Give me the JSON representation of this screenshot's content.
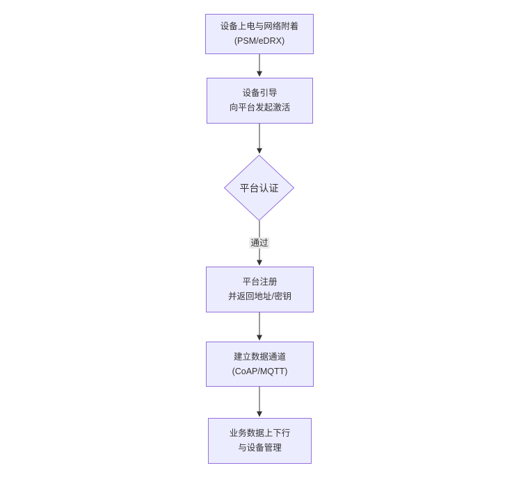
{
  "diagram": {
    "type": "flowchart",
    "direction": "top-down",
    "colors": {
      "background": "#ffffff",
      "node_fill": "#ECECFF",
      "node_border": "#9370DB",
      "node_text": "#333333",
      "edge_line": "#333333",
      "arrowhead": "#333333",
      "edge_label_bg": "#e8e8e8",
      "edge_label_text": "#333333"
    },
    "nodes": [
      {
        "id": "power-network-attach",
        "shape": "rect",
        "lines": [
          "设备上电与网络附着",
          "(PSM/eDRX)"
        ]
      },
      {
        "id": "device-bootstrap",
        "shape": "rect",
        "lines": [
          "设备引导",
          "向平台发起激活"
        ]
      },
      {
        "id": "platform-auth",
        "shape": "diamond",
        "lines": [
          "平台认证"
        ]
      },
      {
        "id": "platform-register",
        "shape": "rect",
        "lines": [
          "平台注册",
          "并返回地址/密钥"
        ]
      },
      {
        "id": "data-channel",
        "shape": "rect",
        "lines": [
          "建立数据通道",
          "(CoAP/MQTT)"
        ]
      },
      {
        "id": "business-data",
        "shape": "rect",
        "lines": [
          "业务数据上下行",
          "与设备管理"
        ]
      }
    ],
    "edges": [
      {
        "from": "power-network-attach",
        "to": "device-bootstrap",
        "label": ""
      },
      {
        "from": "device-bootstrap",
        "to": "platform-auth",
        "label": ""
      },
      {
        "from": "platform-auth",
        "to": "platform-register",
        "label": "通过"
      },
      {
        "from": "platform-register",
        "to": "data-channel",
        "label": ""
      },
      {
        "from": "data-channel",
        "to": "business-data",
        "label": ""
      }
    ]
  }
}
